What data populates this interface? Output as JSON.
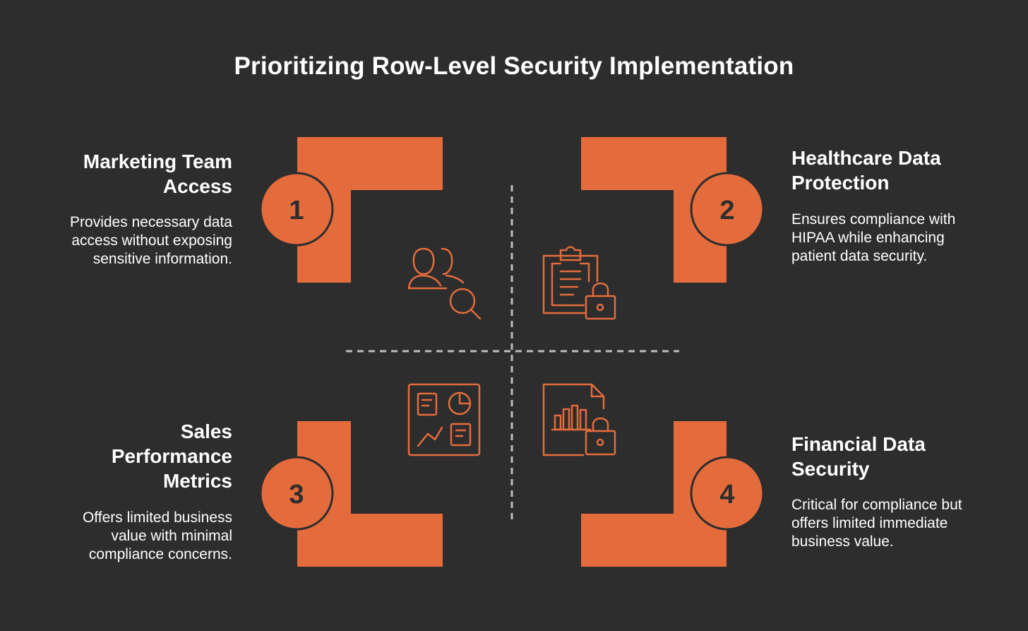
{
  "title": "Prioritizing Row-Level Security Implementation",
  "colors": {
    "background": "#2d2d2d",
    "accent": "#e46c3c",
    "text": "#ffffff",
    "divider": "#bdbdbd",
    "number_text": "#2d2d2d"
  },
  "quadrants": [
    {
      "number": "1",
      "heading_lines": [
        "Marketing Team",
        "Access"
      ],
      "description_lines": [
        "Provides necessary data",
        "access without exposing",
        "sensitive information."
      ],
      "icon": "users-search-icon"
    },
    {
      "number": "2",
      "heading_lines": [
        "Healthcare Data",
        "Protection"
      ],
      "description_lines": [
        "Ensures compliance with",
        "HIPAA while enhancing",
        "patient data security."
      ],
      "icon": "clipboard-lock-icon"
    },
    {
      "number": "3",
      "heading_lines": [
        "Sales",
        "Performance",
        "Metrics"
      ],
      "description_lines": [
        "Offers limited business",
        "value with minimal",
        "compliance concerns."
      ],
      "icon": "dashboard-icon"
    },
    {
      "number": "4",
      "heading_lines": [
        "Financial Data",
        "Security"
      ],
      "description_lines": [
        "Critical for compliance but",
        "offers limited immediate",
        "business value."
      ],
      "icon": "chart-document-lock-icon"
    }
  ]
}
